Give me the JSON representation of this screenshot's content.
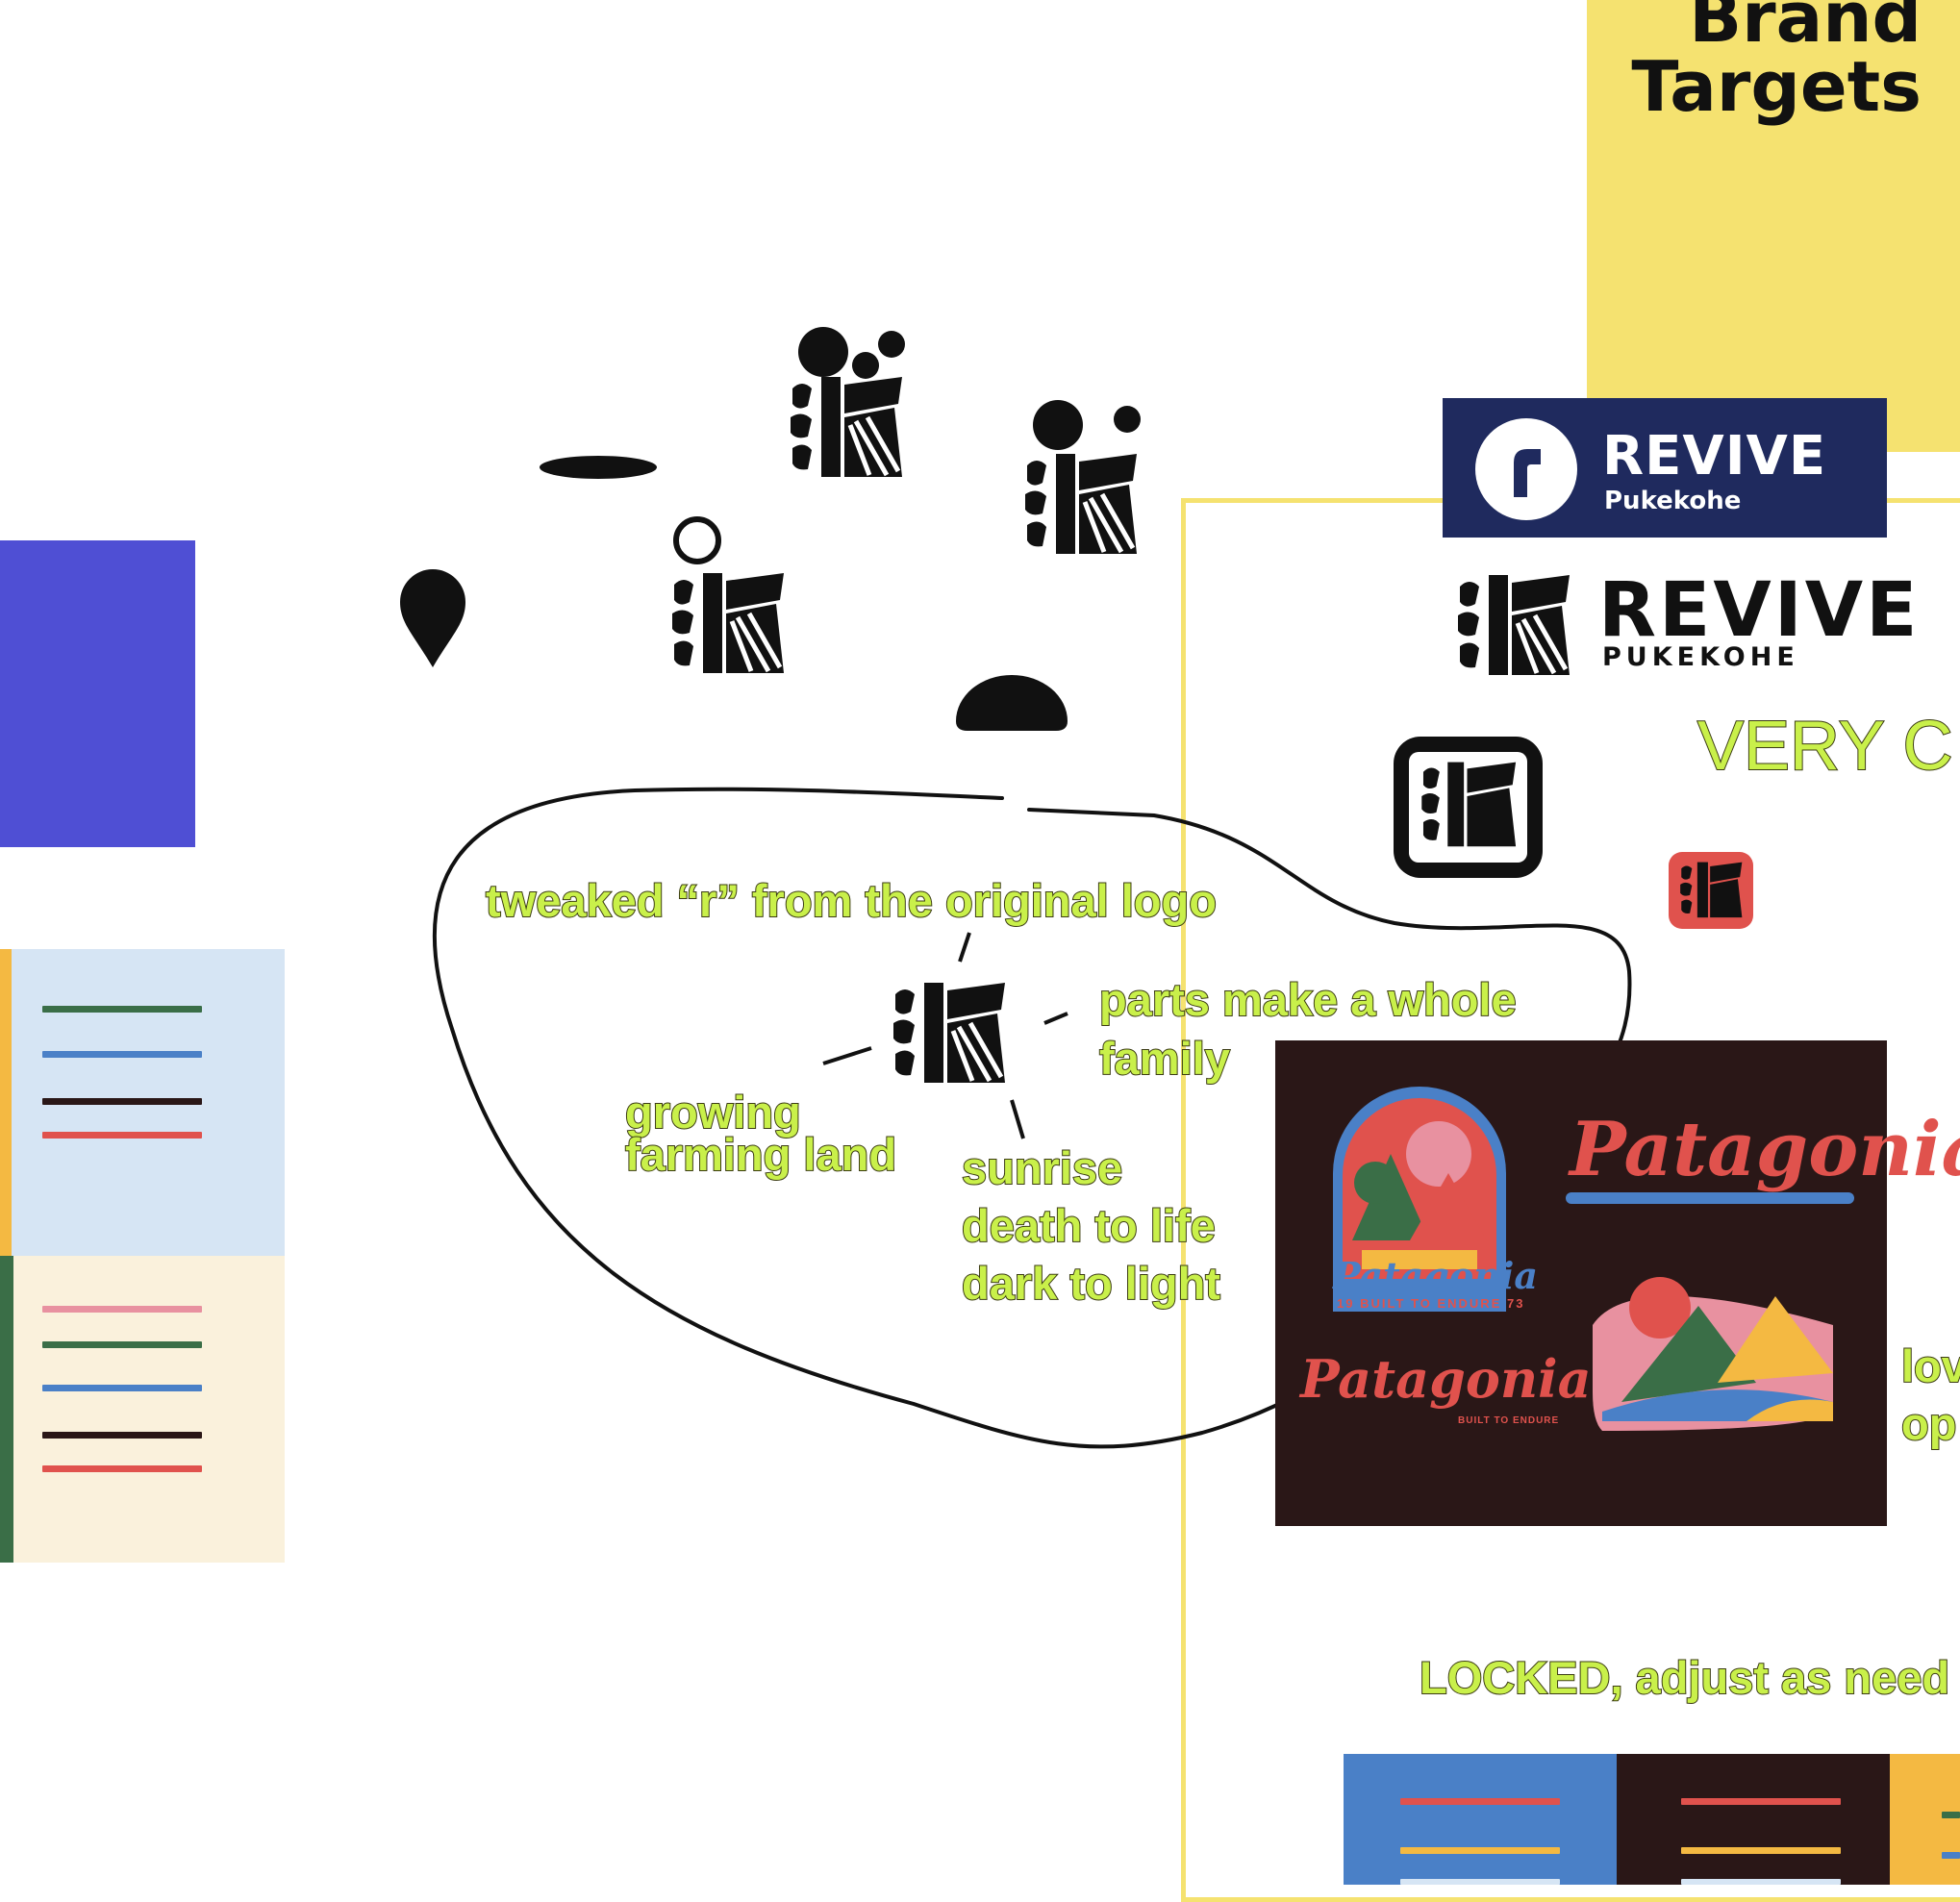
{
  "canvas": {
    "background": "#ffffff"
  },
  "sticky_note": {
    "title_line1": "Brand",
    "title_line2": "Targets",
    "color": "#f5e270"
  },
  "revive_badge": {
    "word": "REVIVE",
    "sub": "Pukekohe",
    "background": "#1f2a5e",
    "letter": "r"
  },
  "revive_wordmark": {
    "word": "REVIVE",
    "sub": "PUKEKOHE"
  },
  "annotations": {
    "very_c": "VERY C",
    "tweaked": "tweaked “r” from the original logo",
    "parts_line1": "parts make a whole",
    "parts_line2": "family",
    "growing_line1": "growing",
    "growing_line2": "farming land",
    "sunrise_line1": "sunrise",
    "sunrise_line2": "death to life",
    "sunrise_line3": "dark to light",
    "lov": "lov",
    "op": "op",
    "locked": "LOCKED, adjust as need"
  },
  "patagonia_board": {
    "background": "#2a1717",
    "wordmark": "Patagonia",
    "tagline": "BUILT TO ENDURE",
    "badge_year_left": "19",
    "badge_year_right": "73"
  },
  "palette_colors": {
    "green": "#3a6e47",
    "blue": "#4a80c7",
    "black": "#2a1717",
    "red": "#e0524d",
    "pink": "#e891a0",
    "yellow": "#f4b942",
    "indigo": "#4f4fd4",
    "light_blue": "#d6e5f4",
    "cream": "#faf1dc",
    "accent_note": "#c9f04a"
  }
}
